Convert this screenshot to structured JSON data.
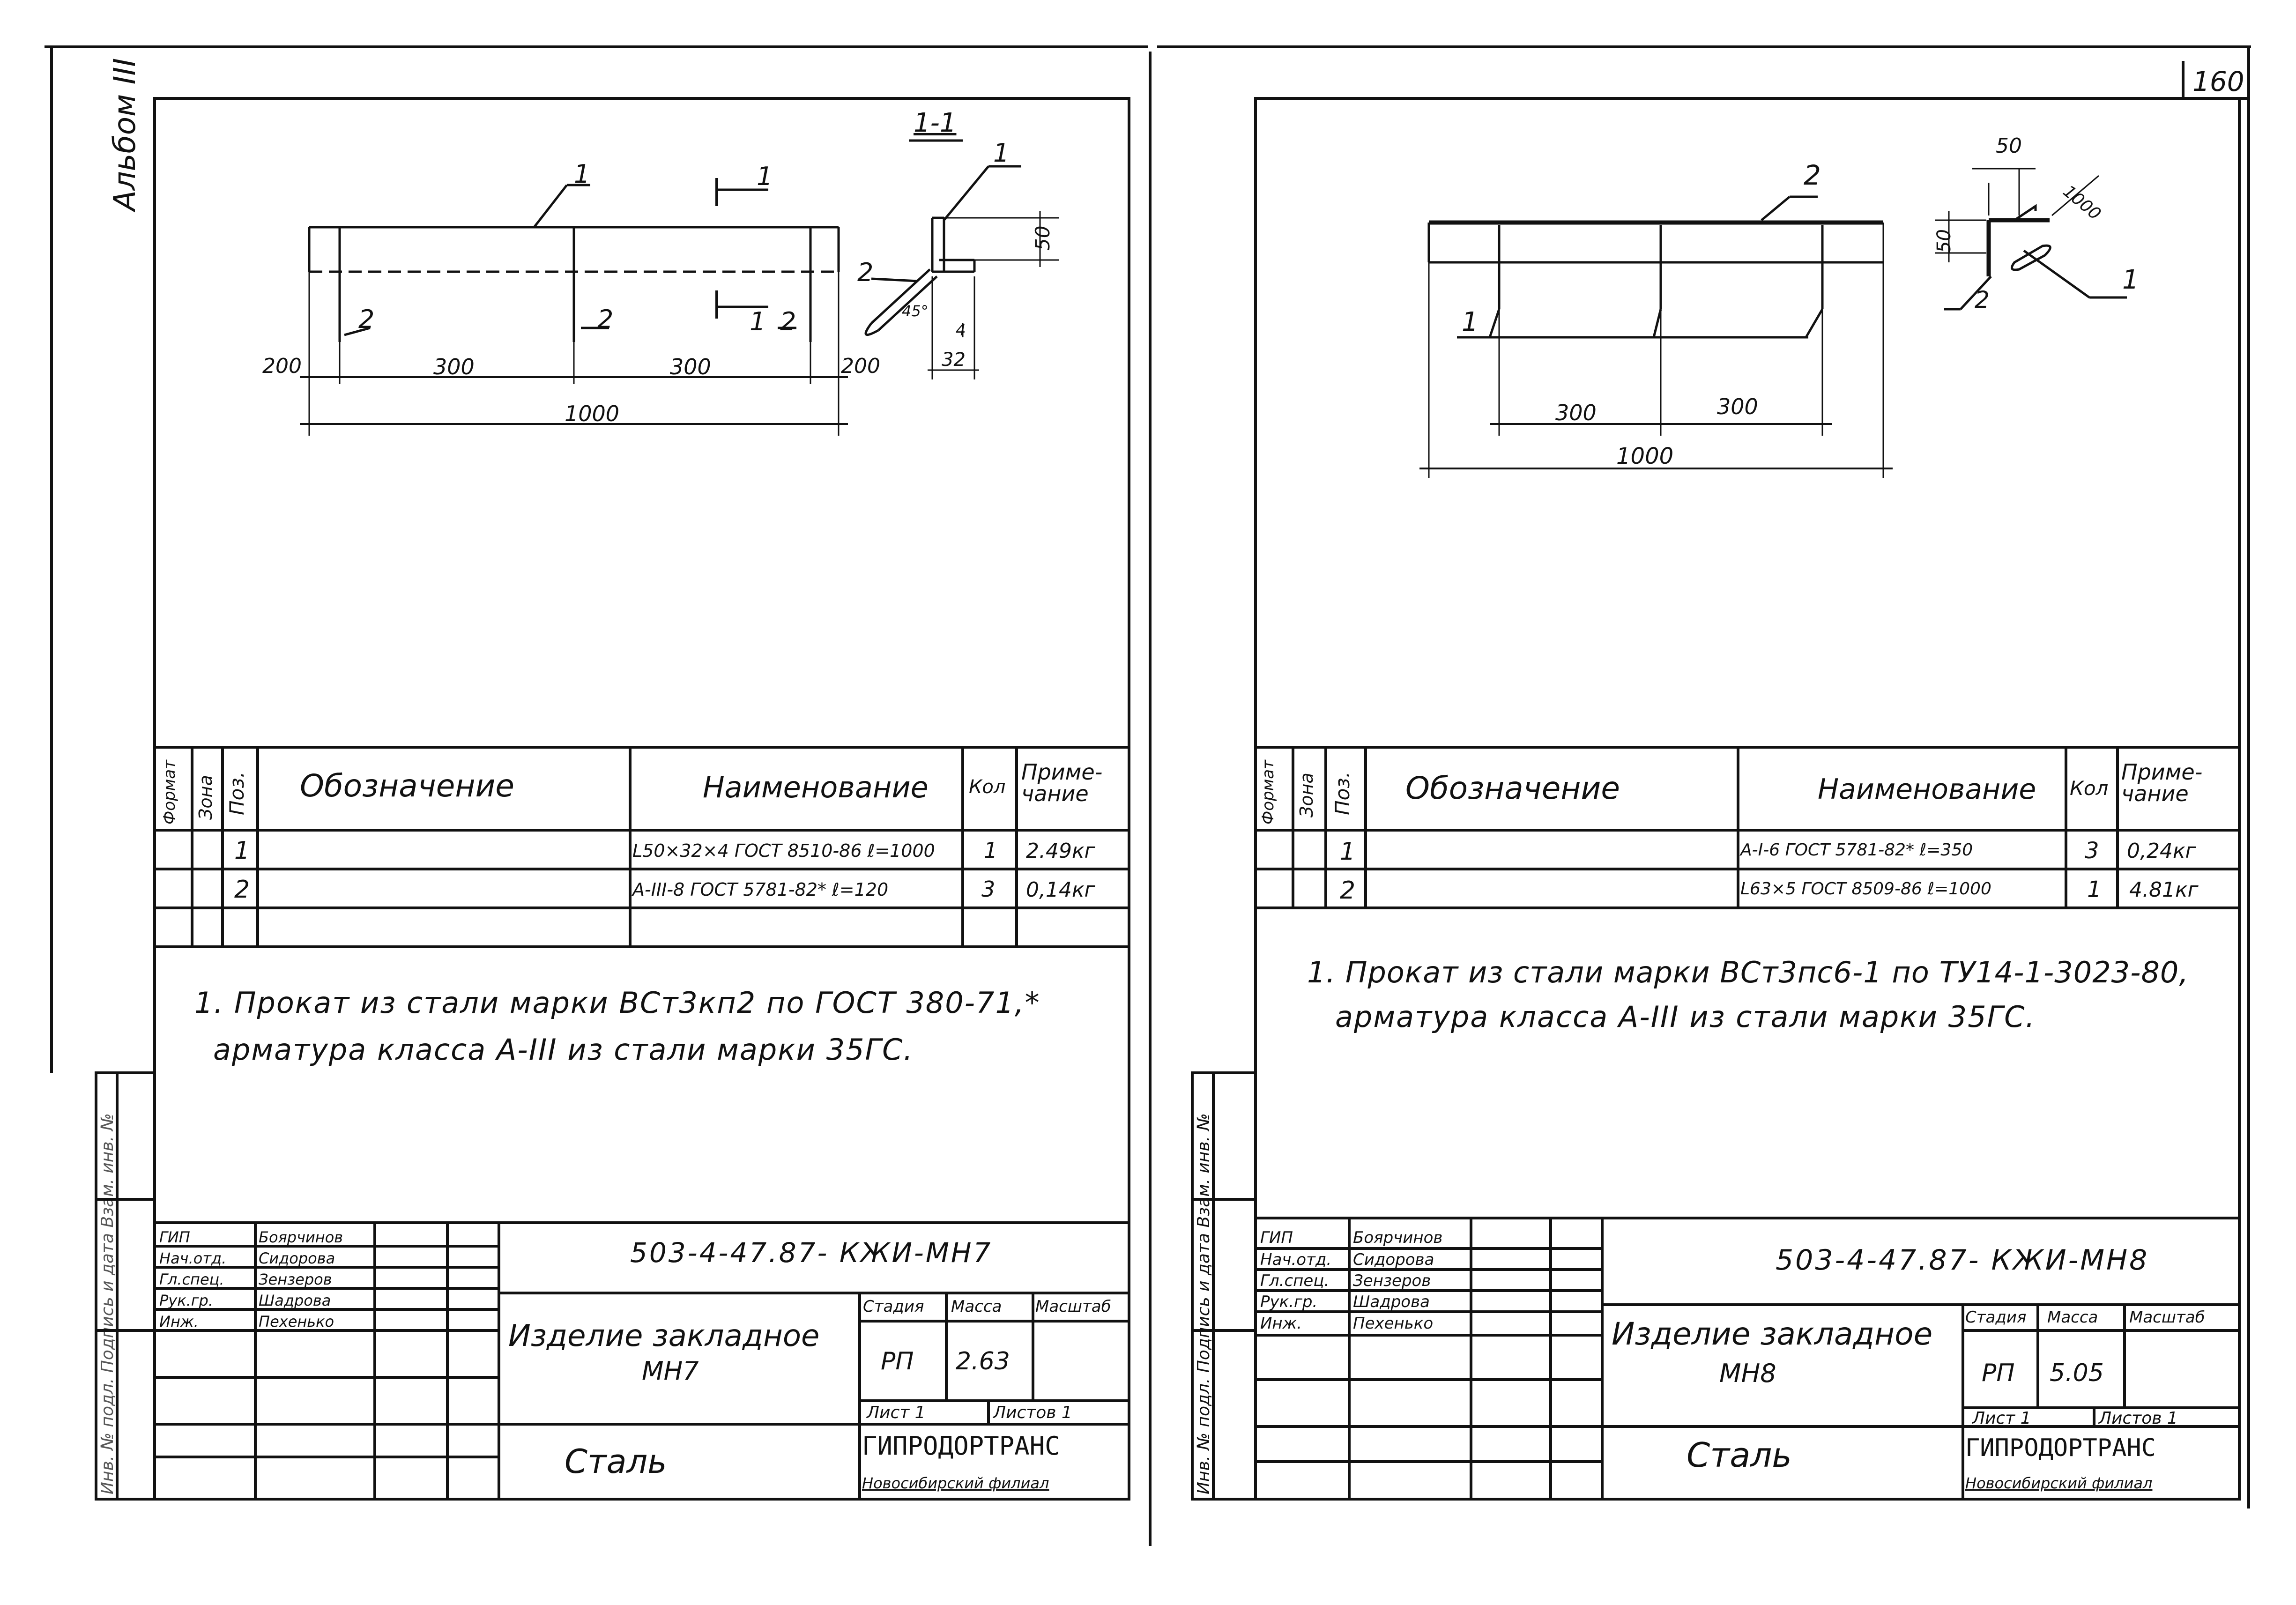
{
  "page": {
    "album_label": "Альбом III",
    "page_number": "160"
  },
  "sheets": [
    {
      "drawing": {
        "section_label": "1-1",
        "dims": {
          "d200_left": "200",
          "d300_a": "300",
          "d300_b": "300",
          "d200_right": "200",
          "d1000": "1000",
          "d50": "50",
          "d32": "32",
          "d45": "45°",
          "d4": "4"
        },
        "callouts": {
          "pos1_top": "1",
          "pos1_sec": "1",
          "pos2_a": "2",
          "pos2_b": "2",
          "pos2_c": "2",
          "pos2_sec": "2",
          "sec_mark_top": "1",
          "sec_mark_bot": "1"
        }
      },
      "spec": {
        "headers": {
          "format": "Формат",
          "zone": "Зона",
          "pos": "Поз.",
          "designation": "Обозначение",
          "name": "Наименование",
          "qty": "Кол",
          "note": "Приме-\nчание"
        },
        "rows": [
          {
            "pos": "1",
            "designation": "",
            "name": "L50×32×4 ГОСТ 8510-86 ℓ=1000",
            "qty": "1",
            "note": "2.49кг"
          },
          {
            "pos": "2",
            "designation": "",
            "name": "А-III-8 ГОСТ 5781-82* ℓ=120",
            "qty": "3",
            "note": "0,14кг"
          }
        ]
      },
      "notes": [
        "1. Прокат из стали марки ВСт3кп2 по ГОСТ 380-71,*",
        "арматура класса А-III из стали марки 35ГС."
      ],
      "title_block": {
        "code": "503-4-47.87- КЖИ-МН7",
        "roles": [
          "ГИП",
          "Нач.отд.",
          "Гл.спец.",
          "Рук.гр.",
          "Инж."
        ],
        "names": [
          "Боярчинов",
          "Сидорова",
          "Зензеров",
          "Шадрова",
          "Пехенько"
        ],
        "product_title": "Изделие закладное",
        "product_mark": "МН7",
        "stage_h": "Стадия",
        "mass_h": "Масса",
        "scale_h": "Масштаб",
        "stage": "РП",
        "mass": "2.63",
        "sheet": "Лист 1",
        "sheets": "Листов 1",
        "material": "Сталь",
        "org": "ГИПРОДОРТРАНС",
        "branch": "Новосибирский филиал"
      },
      "side_stamp": "Инв. № подл.   Подпись и дата   Взам. инв. №"
    },
    {
      "drawing": {
        "dims": {
          "d50_top": "50",
          "d50_side": "50",
          "d1000_a": "1000",
          "d300_a": "300",
          "d300_b": "300",
          "d1000": "1000"
        },
        "callouts": {
          "pos2_top": "2",
          "pos1_a": "1",
          "pos1_b": "1",
          "pos2_sec": "2"
        }
      },
      "spec": {
        "headers": {
          "format": "Формат",
          "zone": "Зона",
          "pos": "Поз.",
          "designation": "Обозначение",
          "name": "Наименование",
          "qty": "Кол",
          "note": "Приме-\nчание"
        },
        "rows": [
          {
            "pos": "1",
            "designation": "",
            "name": "А-I-6 ГОСТ 5781-82* ℓ=350",
            "qty": "3",
            "note": "0,24кг"
          },
          {
            "pos": "2",
            "designation": "",
            "name": "L63×5 ГОСТ 8509-86 ℓ=1000",
            "qty": "1",
            "note": "4.81кг"
          }
        ]
      },
      "notes": [
        "1. Прокат из стали марки ВСт3пс6-1 по ТУ14-1-3023-80,",
        "арматура класса А-III из стали марки 35ГС."
      ],
      "title_block": {
        "code": "503-4-47.87- КЖИ-МН8",
        "roles": [
          "ГИП",
          "Нач.отд.",
          "Гл.спец.",
          "Рук.гр.",
          "Инж."
        ],
        "names": [
          "Боярчинов",
          "Сидорова",
          "Зензеров",
          "Шадрова",
          "Пехенько"
        ],
        "product_title": "Изделие закладное",
        "product_mark": "МН8",
        "stage_h": "Стадия",
        "mass_h": "Масса",
        "scale_h": "Масштаб",
        "stage": "РП",
        "mass": "5.05",
        "sheet": "Лист 1",
        "sheets": "Листов 1",
        "material": "Сталь",
        "org": "ГИПРОДОРТРАНС",
        "branch": "Новосибирский филиал"
      },
      "side_stamp": "Инв. № подл.   Подпись и дата   Взам. инв. №"
    }
  ]
}
